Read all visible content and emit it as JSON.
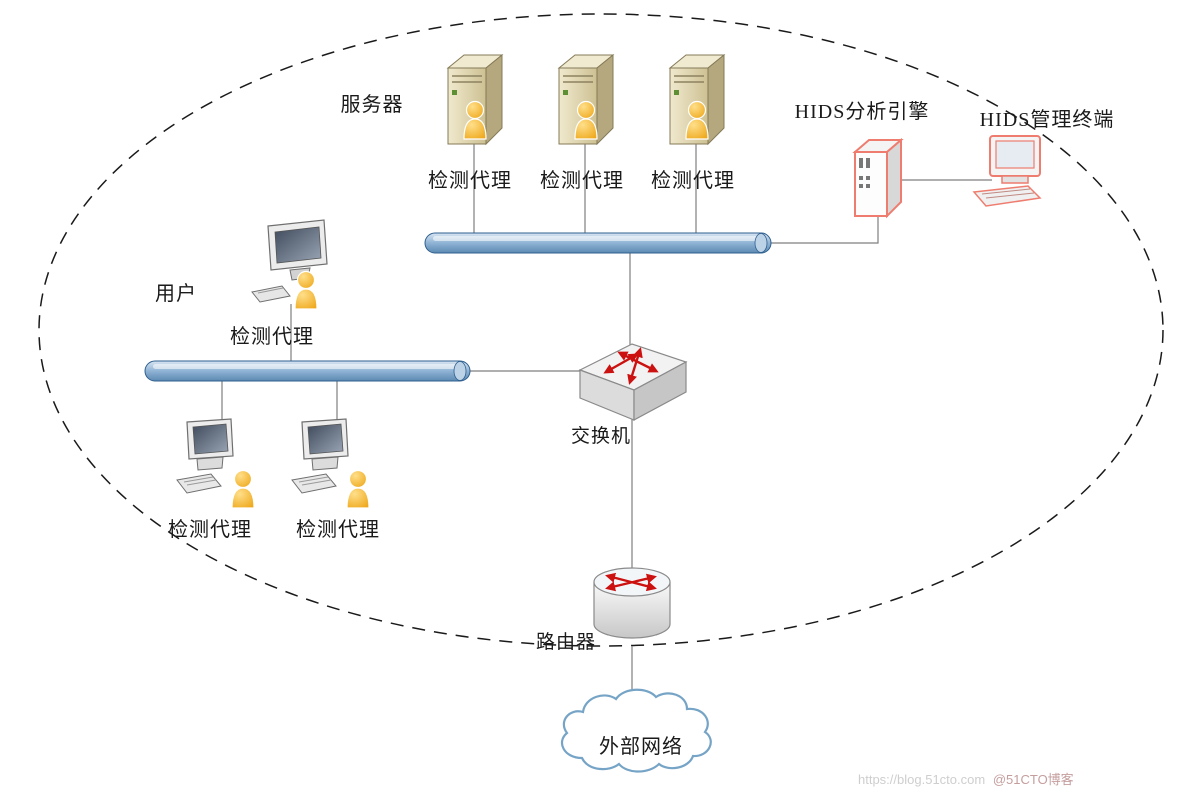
{
  "diagram": {
    "type": "network-topology",
    "boundary": {
      "shape": "dashed-ellipse",
      "meaning": "protected internal network"
    },
    "colors": {
      "bus": "#5d89b2",
      "red_accent": "#cc1111",
      "hids_outline": "#ee7d6f",
      "server_body": "#d8cda0",
      "person": "#eca10d",
      "cloud_stroke": "#76a4c6"
    },
    "icons": {
      "server": "server-tower-with-user-icon",
      "hids_engine": "red-outlined-server-icon",
      "hids_terminal": "red-outlined-workstation-icon",
      "user_monitor": "monitor-with-user-icon",
      "user_pc": "desktop-with-user-icon",
      "switch": "3d-switch-with-red-arrows-icon",
      "router": "cylinder-router-with-red-arrows-icon",
      "cloud": "cloud-icon",
      "bus": "horizontal-backbone-bar"
    },
    "labels": {
      "servers_group": "服务器",
      "server_agents": [
        "检测代理",
        "检测代理",
        "检测代理"
      ],
      "hids_engine": "HIDS分析引擎",
      "hids_terminal": "HIDS管理终端",
      "users_group": "用户",
      "user_monitor_agent": "检测代理",
      "user_pc_agents": [
        "检测代理",
        "检测代理"
      ],
      "switch": "交换机",
      "router": "路由器",
      "external_network": "外部网络"
    },
    "watermark": {
      "url": "https://blog.51cto.com",
      "badge": "@51CTO博客"
    }
  }
}
